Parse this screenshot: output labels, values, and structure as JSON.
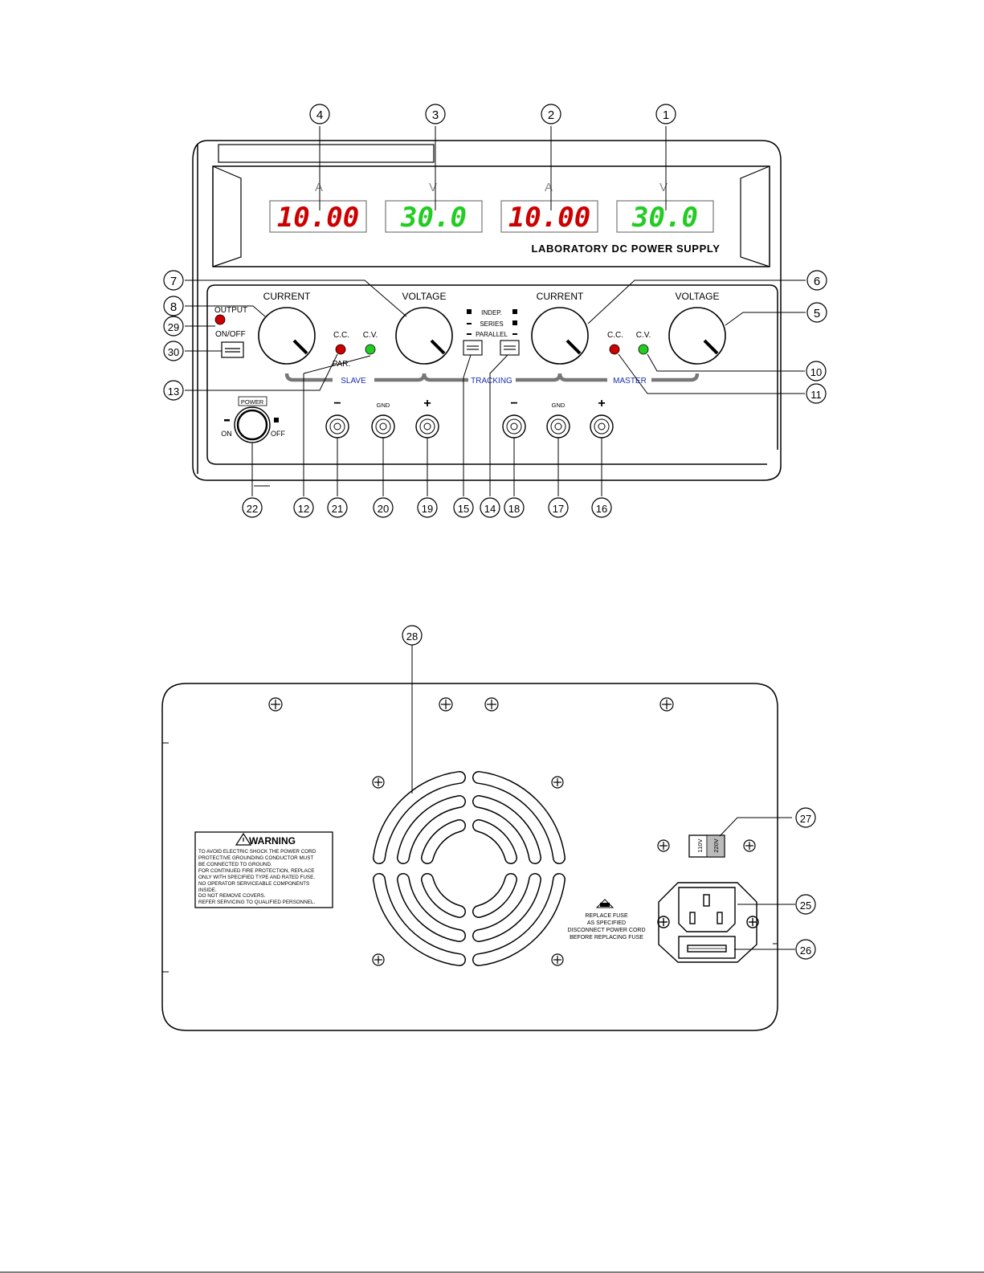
{
  "front": {
    "meter_units": [
      "A",
      "V",
      "A",
      "V"
    ],
    "displays": [
      "10.00",
      "30.0",
      "10.00",
      "30.0"
    ],
    "title": "LABORATORY DC POWER SUPPLY",
    "slave": {
      "current": "CURRENT",
      "voltage": "VOLTAGE",
      "output": "OUTPUT",
      "on_off": "ON/OFF",
      "cc": "C.C.",
      "cv": "C.V.",
      "par": "PAR.",
      "section": "SLAVE"
    },
    "master": {
      "current": "CURRENT",
      "voltage": "VOLTAGE",
      "cc": "C.C.",
      "cv": "C.V.",
      "section": "MASTER"
    },
    "tracking": {
      "indep": "INDEP.",
      "series": "SERIES",
      "parallel": "PARALLEL",
      "section": "TRACKING"
    },
    "power": {
      "label": "POWER",
      "on": "ON",
      "off": "OFF"
    },
    "terminals": {
      "minus": "−",
      "gnd": "GND",
      "plus": "+"
    }
  },
  "rear": {
    "warning_title": "WARNING",
    "warning_lines": [
      "TO AVOID ELECTRIC SHOCK THE POWER CORD",
      "PROTECTIVE GROUNDING CONDUCTOR MUST",
      "BE CONNECTED TO GROUND.",
      "FOR CONTINUED FIRE PROTECTION, REPLACE",
      "ONLY WITH  SPECIFIED TYPE AND RATED FUSE.",
      "NO OPERATOR SERVICEABLE COMPONENTS",
      "INSIDE.",
      "DO NOT REMOVE COVERS.",
      "REFER SERVICING TO QUALIFIED PERSONNEL."
    ],
    "fuse_lines": [
      "REPLACE FUSE",
      "AS SPECIFIED",
      "DISCONNECT POWER CORD",
      "BEFORE REPLACING FUSE"
    ],
    "selector": [
      "110V",
      "220V"
    ]
  },
  "callouts": [
    "1",
    "2",
    "3",
    "4",
    "5",
    "6",
    "7",
    "8",
    "10",
    "11",
    "12",
    "13",
    "14",
    "15",
    "16",
    "17",
    "18",
    "19",
    "20",
    "21",
    "22",
    "25",
    "26",
    "27",
    "28",
    "29",
    "30"
  ],
  "colors": {
    "red": "#cc0000",
    "green": "#22cc22",
    "blue": "#1a2fb0"
  }
}
